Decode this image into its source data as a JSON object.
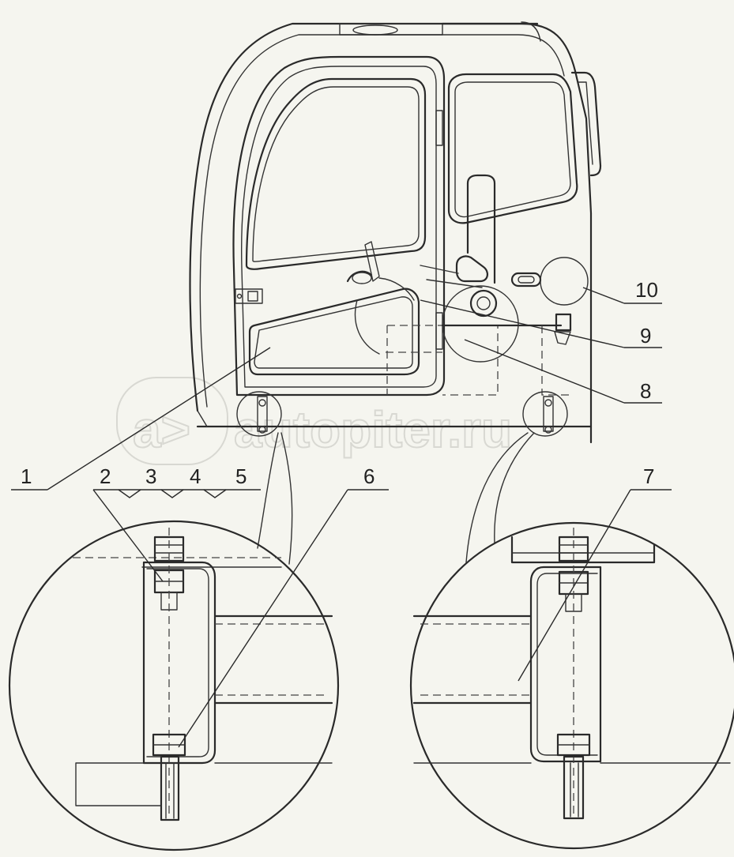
{
  "callouts": {
    "c1": "1",
    "c2": "2",
    "c3": "3",
    "c4": "4",
    "c5": "5",
    "c6": "6",
    "c7": "7",
    "c8": "8",
    "c9": "9",
    "c10": "10"
  },
  "watermark": "autopiter.ru"
}
